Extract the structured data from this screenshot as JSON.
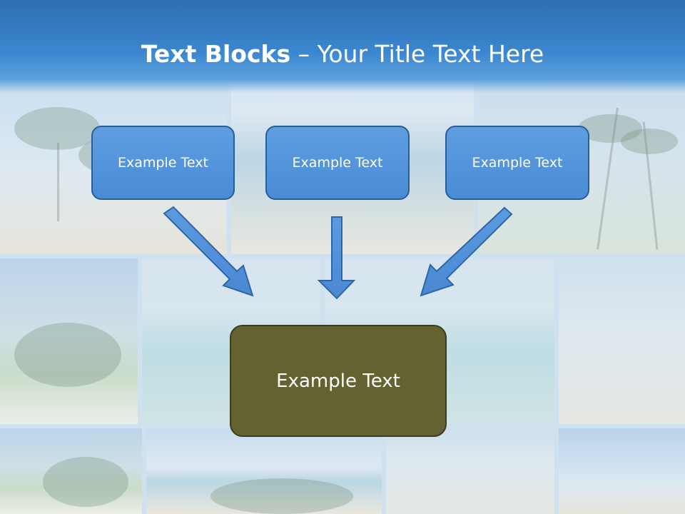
{
  "title": {
    "bold": "Text Blocks",
    "separator": " – ",
    "rest": "Your Title Text Here"
  },
  "boxes": {
    "top_left": "Example Text",
    "top_center": "Example Text",
    "top_right": "Example Text",
    "center": "Example Text"
  },
  "colors": {
    "header": "#3a86cf",
    "box_fill": "#4a8bd6",
    "box_border": "#2a5e97",
    "center_fill": "#646231",
    "arrow_fill": "#4f8fd8"
  }
}
